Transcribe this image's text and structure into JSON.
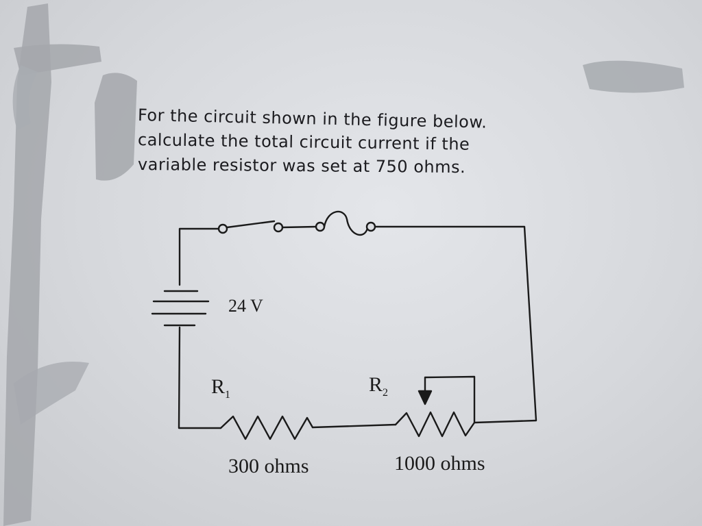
{
  "question": {
    "line1": "For the circuit shown in the figure below.",
    "line2": "calculate the total circuit current if the",
    "line3": "variable resistor was set at 750 ohms."
  },
  "circuit": {
    "battery_voltage": "24 V",
    "r1_symbol": "R",
    "r1_subscript": "1",
    "r1_value": "300 ohms",
    "r2_symbol": "R",
    "r2_subscript": "2",
    "r2_value": "1000 ohms"
  },
  "colors": {
    "ink": "#1a1a1a",
    "paper": "#dcdee2",
    "smudge": "#9fa2a7"
  },
  "icons": [
    "battery-icon",
    "switch-icon",
    "fuse-icon",
    "resistor-icon",
    "variable-resistor-icon"
  ]
}
